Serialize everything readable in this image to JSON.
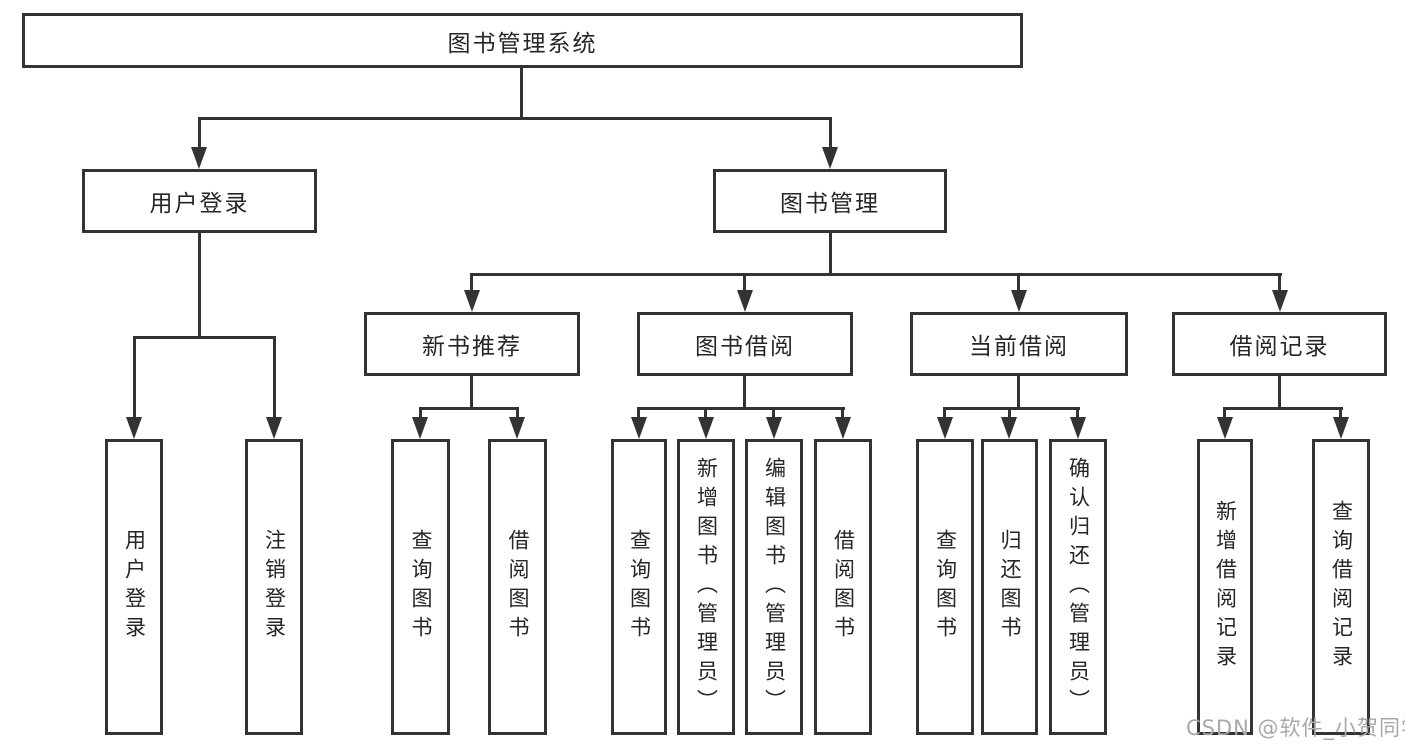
{
  "colors": {
    "line": "#333333",
    "box_border": "#333333",
    "text": "#262626",
    "background": "#ffffff",
    "watermark_text": "#a8a8a8"
  },
  "tree": {
    "root": "图书管理系统",
    "level2": {
      "user_login": "用户登录",
      "book_mgmt": "图书管理"
    },
    "level3": {
      "new_book_rec": "新书推荐",
      "book_borrow": "图书借阅",
      "current_borrow": "当前借阅",
      "borrow_records": "借阅记录"
    },
    "leaves": {
      "user_login_children": {
        "login": "用户登录",
        "logout": "注销登录"
      },
      "new_book_rec_children": {
        "query": "查询图书",
        "borrow": "借阅图书"
      },
      "book_borrow_children": {
        "query": "查询图书",
        "add": "新增图书（管理员）",
        "edit": "编辑图书（管理员）",
        "borrow": "借阅图书"
      },
      "current_borrow_children": {
        "query": "查询图书",
        "return": "归还图书",
        "confirm": "确认归还（管理员）"
      },
      "borrow_records_children": {
        "add": "新增借阅记录",
        "query": "查询借阅记录"
      }
    }
  },
  "watermark": "CSDN @软件_小贺同学"
}
